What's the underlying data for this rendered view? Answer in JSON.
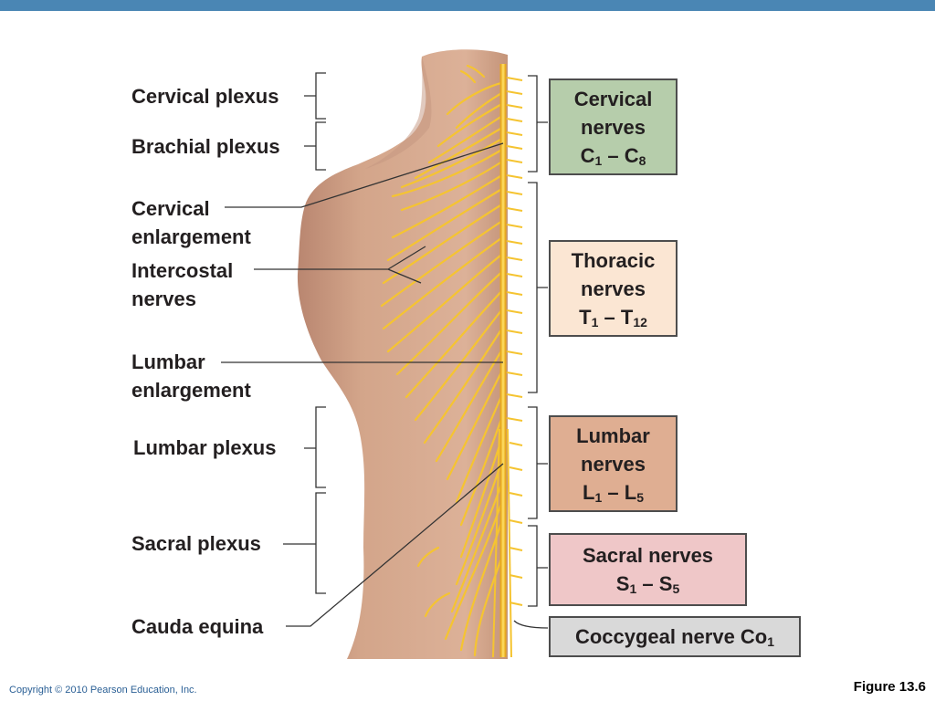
{
  "labels": {
    "cervical_plexus": "Cervical plexus",
    "brachial_plexus": "Brachial plexus",
    "cervical_enlargement_1": "Cervical",
    "cervical_enlargement_2": "enlargement",
    "intercostal_1": "Intercostal",
    "intercostal_2": "nerves",
    "lumbar_enlargement_1": "Lumbar",
    "lumbar_enlargement_2": "enlargement",
    "lumbar_plexus": "Lumbar plexus",
    "sacral_plexus": "Sacral plexus",
    "cauda_equina": "Cauda equina"
  },
  "boxes": {
    "cervical": {
      "line1": "Cervical",
      "line2": "nerves",
      "from_letter": "C",
      "from_sub": "1",
      "dash": "–",
      "to_letter": "C",
      "to_sub": "8",
      "color": "#b6cdab"
    },
    "thoracic": {
      "line1": "Thoracic",
      "line2": "nerves",
      "from_letter": "T",
      "from_sub": "1",
      "dash": "–",
      "to_letter": "T",
      "to_sub": "12",
      "color": "#fbe6d3"
    },
    "lumbar": {
      "line1": "Lumbar",
      "line2": "nerves",
      "from_letter": "L",
      "from_sub": "1",
      "dash": "–",
      "to_letter": "L",
      "to_sub": "5",
      "color": "#dfae92"
    },
    "sacral": {
      "line1": "Sacral nerves",
      "from_letter": "S",
      "from_sub": "1",
      "dash": "–",
      "to_letter": "S",
      "to_sub": "5",
      "color": "#efc7c8"
    },
    "coccygeal": {
      "text": "Coccygeal nerve Co",
      "sub": "1",
      "color": "#d9d9d9"
    }
  },
  "footer": {
    "copyright": "Copyright © 2010 Pearson Education, Inc.",
    "figure": "Figure 13.6"
  },
  "colors": {
    "topbar": "#4a86b4",
    "skin": "#d3a58a",
    "nerve": "#f5c431",
    "line": "#333333"
  }
}
